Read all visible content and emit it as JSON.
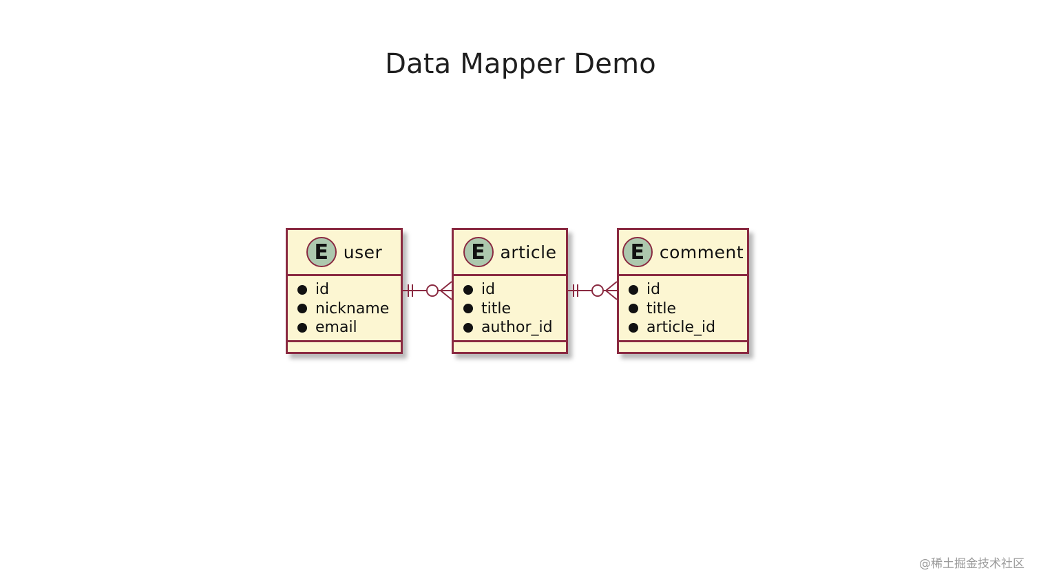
{
  "title": "Data Mapper Demo",
  "entities": [
    {
      "badge": "E",
      "name": "user",
      "fields": [
        "id",
        "nickname",
        "email"
      ]
    },
    {
      "badge": "E",
      "name": "article",
      "fields": [
        "id",
        "title",
        "author_id"
      ]
    },
    {
      "badge": "E",
      "name": "comment",
      "fields": [
        "id",
        "title",
        "article_id"
      ]
    }
  ],
  "relationships": [
    {
      "from": "user",
      "to": "article",
      "from_cardinality": "exactly-one",
      "to_cardinality": "zero-or-many"
    },
    {
      "from": "article",
      "to": "comment",
      "from_cardinality": "exactly-one",
      "to_cardinality": "zero-or-many"
    }
  ],
  "colors": {
    "entity_fill": "#fcf6d2",
    "entity_border": "#8a2a41",
    "badge_fill": "#adc8ae",
    "connector": "#8a2a41"
  },
  "watermark": "@稀土掘金技术社区"
}
